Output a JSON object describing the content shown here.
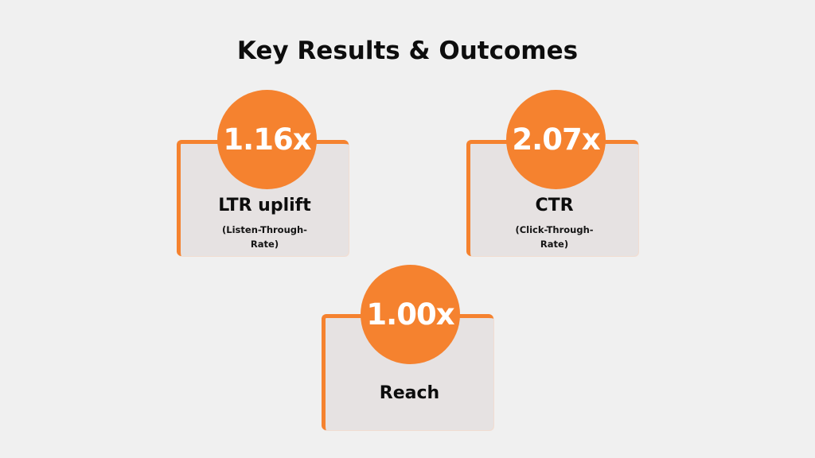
{
  "title": "Key Results & Outcomes",
  "colors": {
    "background": "#f0f0f0",
    "accent": "#f5822f",
    "card_fill": "#e6e2e2",
    "text": "#0d0d0d",
    "metric_text": "#ffffff"
  },
  "cards": [
    {
      "value": "1.16x",
      "label": "LTR uplift",
      "sublabel_line1": "(Listen-Through-",
      "sublabel_line2": "Rate)"
    },
    {
      "value": "2.07x",
      "label": "CTR",
      "sublabel_line1": "(Click-Through-",
      "sublabel_line2": "Rate)"
    },
    {
      "value": "1.00x",
      "label": "Reach"
    }
  ]
}
